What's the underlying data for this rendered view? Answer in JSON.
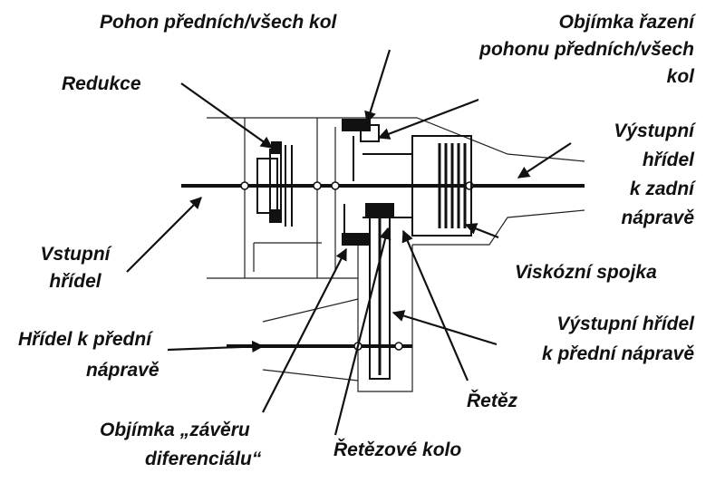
{
  "labels": {
    "front_all_drive": "Pohon předních/všech kol",
    "shift_sleeve_l1": "Objímka řazení",
    "shift_sleeve_l2": "pohonu předních/všech",
    "shift_sleeve_l3": "kol",
    "reduction": "Redukce",
    "rear_output_l1": "Výstupní",
    "rear_output_l2": "hřídel",
    "rear_output_l3": "k zadní",
    "rear_output_l4": "nápravě",
    "input_shaft_l1": "Vstupní",
    "input_shaft_l2": "hřídel",
    "viscous_coupling": "Viskózní spojka",
    "front_output_l1": "Výstupní hřídel",
    "front_output_l2": "k přední nápravě",
    "front_axle_shaft_l1": "Hřídel k přední",
    "front_axle_shaft_l2": "nápravě",
    "chain": "Řetěz",
    "diff_lock_l1": "Objímka „závěru",
    "diff_lock_l2": "diferenciálu“",
    "sprocket": "Řetězové kolo"
  },
  "colors": {
    "ink": "#111111",
    "background": "#ffffff"
  }
}
